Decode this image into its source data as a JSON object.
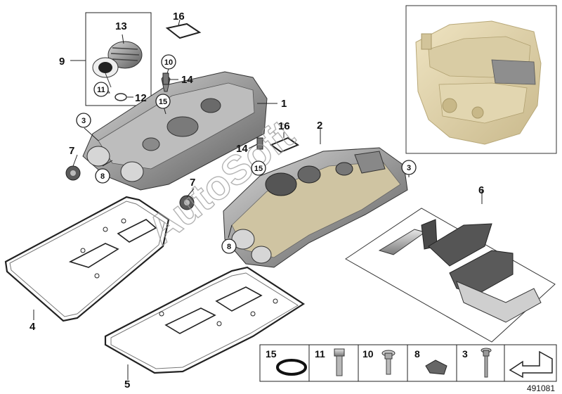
{
  "diagram_id": "491081",
  "watermark": "AutoSoft",
  "callouts": [
    {
      "id": "c1",
      "label": "1"
    },
    {
      "id": "c2",
      "label": "2"
    },
    {
      "id": "c3a",
      "label": "3"
    },
    {
      "id": "c3b",
      "label": "3"
    },
    {
      "id": "c4",
      "label": "4"
    },
    {
      "id": "c5",
      "label": "5"
    },
    {
      "id": "c6",
      "label": "6"
    },
    {
      "id": "c7a",
      "label": "7"
    },
    {
      "id": "c7b",
      "label": "7"
    },
    {
      "id": "c8a",
      "label": "8"
    },
    {
      "id": "c8b",
      "label": "8"
    },
    {
      "id": "c9",
      "label": "9"
    },
    {
      "id": "c10",
      "label": "10"
    },
    {
      "id": "c11",
      "label": "11"
    },
    {
      "id": "c12",
      "label": "12"
    },
    {
      "id": "c13",
      "label": "13"
    },
    {
      "id": "c14a",
      "label": "14"
    },
    {
      "id": "c14b",
      "label": "14"
    },
    {
      "id": "c15a",
      "label": "15"
    },
    {
      "id": "c15b",
      "label": "15"
    },
    {
      "id": "c16a",
      "label": "16"
    },
    {
      "id": "c16b",
      "label": "16"
    }
  ],
  "legend": [
    {
      "label": "15",
      "part": "o-ring-seal"
    },
    {
      "label": "11",
      "part": "socket-screw"
    },
    {
      "label": "10",
      "part": "flange-bolt"
    },
    {
      "label": "8",
      "part": "clip-nut"
    },
    {
      "label": "3",
      "part": "long-bolt"
    },
    {
      "label": "",
      "part": "orientation-arrow"
    }
  ]
}
